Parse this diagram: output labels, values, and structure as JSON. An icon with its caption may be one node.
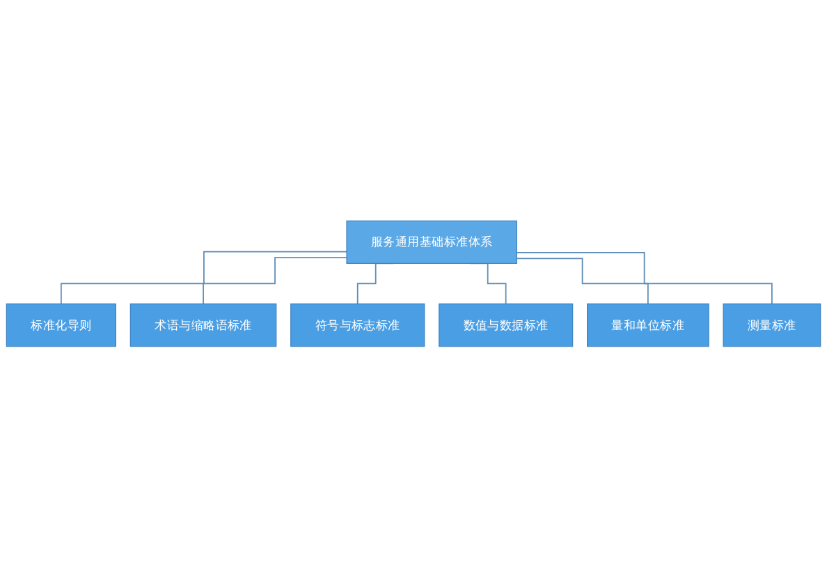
{
  "diagram": {
    "nodes": [
      {
        "text": [
          "服务通用基础标准体系"
        ]
      },
      {
        "text": [
          "标准化导则"
        ]
      },
      {
        "text": [
          "术语与缩略语标准"
        ]
      },
      {
        "text": [
          "符号与标志标准"
        ]
      },
      {
        "text": [
          "数值与数据标准"
        ]
      },
      {
        "text": [
          "量和单位标准"
        ]
      },
      {
        "text": [
          "测量标准"
        ]
      }
    ],
    "edges": [
      {
        "from": 0,
        "to": 1,
        "arrow": "none"
      },
      {
        "from": 0,
        "to": 2,
        "arrow": "none"
      },
      {
        "from": 0,
        "to": 3,
        "arrow": "none"
      },
      {
        "from": 0,
        "to": 4,
        "arrow": "none"
      },
      {
        "from": 0,
        "to": 5,
        "arrow": "none"
      },
      {
        "from": 0,
        "to": 6,
        "arrow": "none"
      }
    ]
  }
}
